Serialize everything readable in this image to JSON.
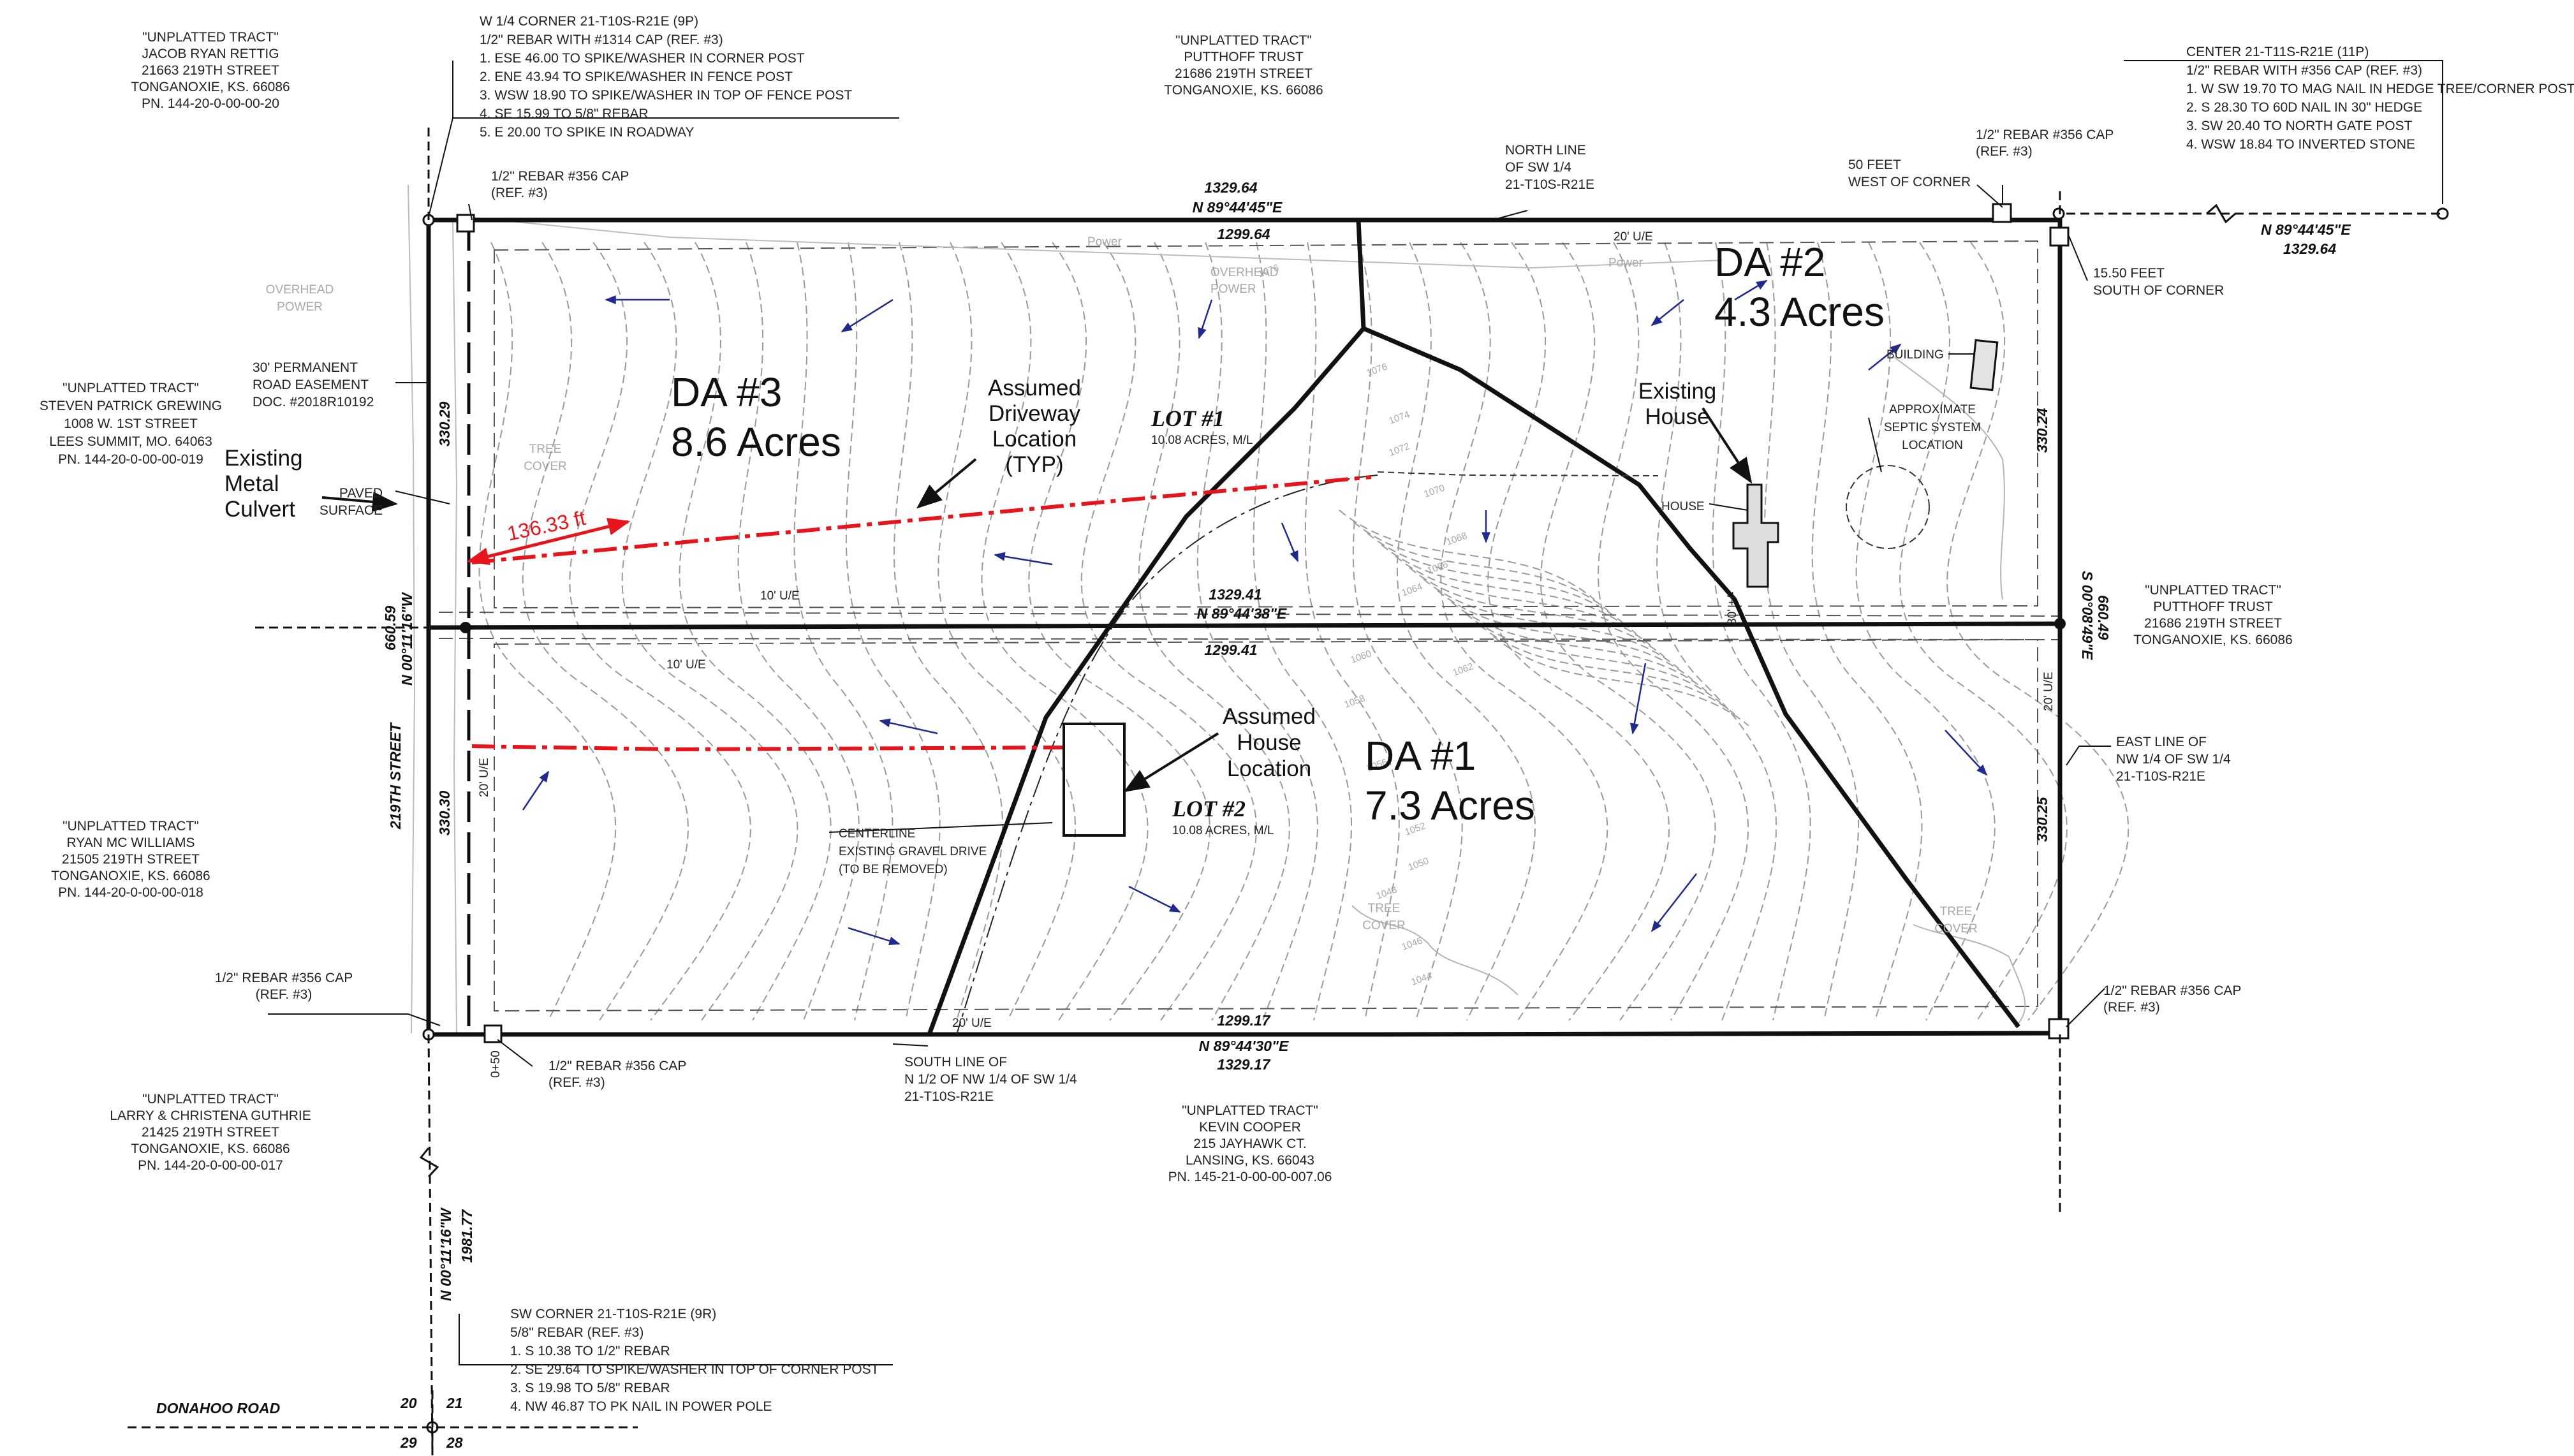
{
  "tracts": {
    "rettig": [
      "\"UNPLATTED TRACT\"",
      "JACOB RYAN RETTIG",
      "21663 219TH STREET",
      "TONGANOXIE, KS. 66086",
      "PN. 144-20-0-00-00-20"
    ],
    "putthoff_north": [
      "\"UNPLATTED TRACT\"",
      "PUTTHOFF TRUST",
      "21686 219TH STREET",
      "TONGANOXIE, KS. 66086"
    ],
    "grewing": [
      "\"UNPLATTED TRACT\"",
      "STEVEN PATRICK GREWING",
      "1008 W. 1ST STREET",
      "LEES SUMMIT, MO. 64063",
      "PN. 144-20-0-00-00-019"
    ],
    "putthoff_east": [
      "\"UNPLATTED TRACT\"",
      "PUTTHOFF TRUST",
      "21686 219TH STREET",
      "TONGANOXIE, KS. 66086"
    ],
    "mcwilliams": [
      "\"UNPLATTED TRACT\"",
      "RYAN MC WILLIAMS",
      "21505 219TH STREET",
      "TONGANOXIE, KS. 66086",
      "PN. 144-20-0-00-00-018"
    ],
    "guthrie": [
      "\"UNPLATTED TRACT\"",
      "LARRY & CHRISTENA GUTHRIE",
      "21425 219TH STREET",
      "TONGANOXIE, KS. 66086",
      "PN. 144-20-0-00-00-017"
    ],
    "cooper": [
      "\"UNPLATTED TRACT\"",
      "KEVIN COOPER",
      "215 JAYHAWK CT.",
      "LANSING, KS. 66043",
      "PN. 145-21-0-00-00-007.06"
    ]
  },
  "corners": {
    "w_quarter": [
      "W 1/4 CORNER 21-T10S-R21E (9P)",
      "1/2\" REBAR WITH #1314 CAP (REF. #3)",
      "1. ESE 46.00 TO SPIKE/WASHER IN CORNER POST",
      "2. ENE 43.94 TO SPIKE/WASHER IN FENCE POST",
      "3. WSW 18.90 TO SPIKE/WASHER IN TOP OF FENCE POST",
      "4. SE 15.99 TO 5/8\" REBAR",
      "5. E 20.00 TO SPIKE IN ROADWAY"
    ],
    "center": [
      "CENTER 21-T11S-R21E (11P)",
      "1/2\" REBAR WITH #356 CAP (REF. #3)",
      "1. W SW 19.70 TO MAG NAIL IN HEDGE TREE/CORNER POST",
      "2. S 28.30 TO 60D NAIL IN 30\" HEDGE",
      "3. SW 20.40 TO NORTH GATE POST",
      "4. WSW 18.84 TO INVERTED STONE"
    ],
    "sw": [
      "SW CORNER 21-T10S-R21E (9R)",
      "5/8\" REBAR (REF. #3)",
      "1. S 10.38 TO 1/2\" REBAR",
      "2. SE 29.64 TO SPIKE/WASHER IN TOP OF CORNER POST",
      "3. S 19.98 TO 5/8\" REBAR",
      "4. NW 46.87 TO PK NAIL IN POWER POLE"
    ]
  },
  "rebar": {
    "nw": [
      "1/2\" REBAR #356 CAP",
      "(REF. #3)"
    ],
    "ne": [
      "1/2\" REBAR #356 CAP",
      "(REF. #3)"
    ],
    "sw_left": [
      "1/2\" REBAR #356 CAP",
      "(REF. #3)"
    ],
    "sw_right": [
      "1/2\" REBAR #356 CAP",
      "(REF. #3)"
    ],
    "se": [
      "1/2\" REBAR #356 CAP",
      "(REF. #3)"
    ]
  },
  "lines": {
    "north": [
      "NORTH LINE",
      "OF SW 1/4",
      "21-T10S-R21E"
    ],
    "east": [
      "EAST LINE OF",
      "NW 1/4 OF SW 1/4",
      "21-T10S-R21E"
    ],
    "south": [
      "SOUTH LINE OF",
      "N 1/2 OF NW 1/4 OF SW 1/4",
      "21-T10S-R21E"
    ]
  },
  "notes": {
    "fifty_feet": [
      "50 FEET",
      "WEST OF CORNER"
    ],
    "fifteen_feet": [
      "15.50 FEET",
      "SOUTH OF CORNER"
    ],
    "easement": [
      "30' PERMANENT",
      "ROAD EASEMENT",
      "DOC. #2018R10192"
    ],
    "culvert": [
      "Existing",
      "Metal",
      "Culvert"
    ],
    "paved": [
      "PAVED",
      "SURFACE"
    ],
    "driveway": [
      "Assumed",
      "Driveway",
      "Location",
      "(TYP)"
    ],
    "existing_house": [
      "Existing",
      "House"
    ],
    "assumed_house": [
      "Assumed",
      "House",
      "Location"
    ],
    "septic": [
      "APPROXIMATE",
      "SEPTIC SYSTEM",
      "LOCATION"
    ],
    "centerline": [
      "CENTERLINE",
      "EXISTING GRAVEL DRIVE",
      "(TO BE REMOVED)"
    ],
    "overhead": [
      "OVERHEAD",
      "POWER"
    ],
    "overhead_mid": [
      "OVERHEAD",
      "POWER"
    ],
    "tree_w": [
      "TREE",
      "COVER"
    ],
    "tree_s": [
      "TREE",
      "COVER"
    ],
    "tree_e": [
      "TREE",
      "COVER"
    ],
    "building": "BUILDING",
    "house": "HOUSE",
    "street": "219TH STREET",
    "donahoo": "DONAHOO ROAD"
  },
  "areas": {
    "da1": [
      "DA #1",
      "7.3 Acres"
    ],
    "da2": [
      "DA #2",
      "4.3 Acres"
    ],
    "da3": [
      "DA #3",
      "8.6 Acres"
    ]
  },
  "lots": {
    "lot1": {
      "name": "LOT #1",
      "area": "10.08 ACRES, M/L"
    },
    "lot2": {
      "name": "LOT #2",
      "area": "10.08 ACRES, M/L"
    }
  },
  "dimensions": {
    "n_dist": "1329.64",
    "n_bearing": "N 89°44'45\"E",
    "n_inner": "1299.64",
    "mid_dist": "1329.41",
    "mid_bearing": "N 89°44'38\"E",
    "mid_inner": "1299.41",
    "s_inner": "1299.17",
    "s_bearing": "N 89°44'30\"E",
    "s_dist": "1329.17",
    "ne_bearing": "N 89°44'45\"E",
    "ne_dist": "1329.64",
    "w_total": "660.59",
    "w_bearing": "N 00°11'16\"W",
    "w_lot1": "330.29",
    "w_lot2": "330.30",
    "e_bearing": "S 00°08'49\"E",
    "e_total": "660.49",
    "e_lot1": "330.24",
    "e_lot2": "330.25",
    "sw_bearing": "N 00°11'16\"W",
    "sw_dist": "1981.77",
    "measure": "136.33 ft",
    "sec_nw": "20",
    "sec_ne": "21",
    "sec_sw": "29",
    "sec_se": "28"
  },
  "easement_labels": {
    "ue_top_e": "20' U/E",
    "ue_mid": "10' U/E",
    "ue_left": "10' U/E",
    "ue_w": "20' U/E",
    "ue_e": "20' U/E",
    "ue_s": "20' U/E",
    "ue_sw": "0+50",
    "ue_house": "30' +/-",
    "power": "Power",
    "power2": "Power"
  },
  "contour_labels": [
    "1076",
    "1074",
    "1072",
    "1070",
    "1068",
    "1066",
    "1064",
    "1062",
    "1060",
    "1058",
    "1056",
    "1052",
    "1050",
    "1048",
    "1046",
    "1044",
    "1076"
  ],
  "colors": {
    "line": "#111111",
    "contour": "#9a9a9a",
    "red": "#e8141b",
    "arrow": "#1f2a8c"
  }
}
